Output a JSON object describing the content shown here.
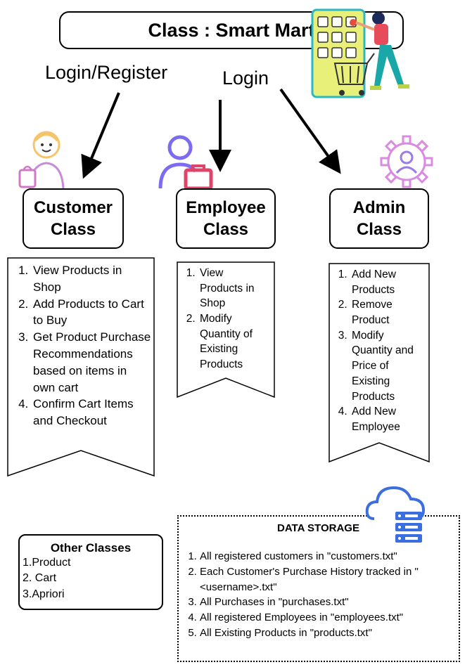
{
  "title": "Class : Smart Mart",
  "edges": {
    "login_register": "Login/Register",
    "login": "Login"
  },
  "classes": {
    "customer": {
      "name_line1": "Customer",
      "name_line2": "Class",
      "items": [
        "View Products in Shop",
        "Add Products to Cart to Buy",
        "Get Product Purchase Recommendations based on items in own cart",
        "Confirm Cart Items and Checkout"
      ]
    },
    "employee": {
      "name_line1": "Employee",
      "name_line2": "Class",
      "items": [
        "View Products in Shop",
        "Modify Quantity of Existing Products"
      ]
    },
    "admin": {
      "name_line1": "Admin",
      "name_line2": "Class",
      "items": [
        "Add New Products",
        "Remove Product",
        "Modify Quantity and Price of Existing Products",
        "Add New Employee"
      ]
    }
  },
  "other_classes": {
    "title": "Other Classes",
    "items": [
      "1.Product",
      "2. Cart",
      "3.Apriori"
    ]
  },
  "data_storage": {
    "title": "DATA STORAGE",
    "items": [
      "All registered customers in \"customers.txt\"",
      "Each Customer's Purchase History tracked in \" <username>.txt\"",
      "All Purchases in \"purchases.txt\"",
      "All registered Employees in \"employees.txt\"",
      "All Existing Products in \"products.txt\""
    ]
  },
  "icons": {
    "shopper": "shopping-cart-illustration",
    "customer": "customer-with-bag-icon",
    "employee": "employee-with-briefcase-icon",
    "admin": "admin-gear-icon",
    "storage": "cloud-server-icon"
  }
}
